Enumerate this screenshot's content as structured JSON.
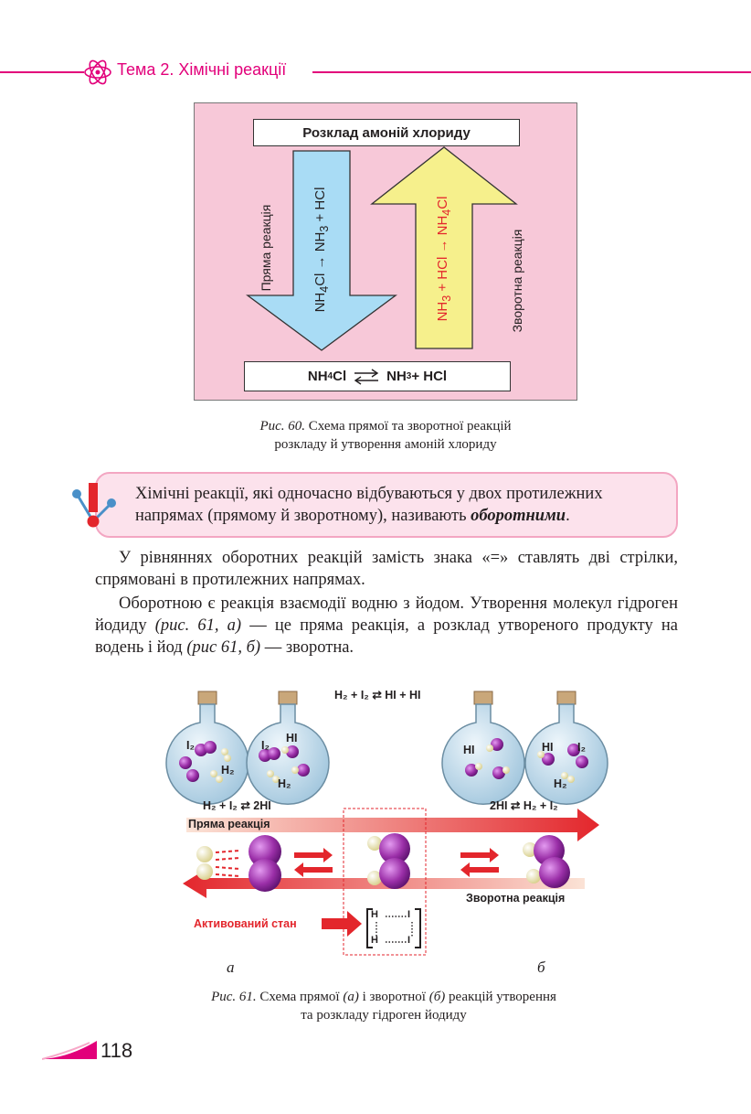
{
  "header": {
    "title": "Тема 2. Хімічні реакції"
  },
  "fig60": {
    "top_box": "Розклад амоній хлориду",
    "left_side": "Пряма реакція",
    "left_eq": {
      "a": "NH",
      "a_sub": "4",
      "b": "Cl → NH",
      "b_sub": "3",
      "c": " + HCl"
    },
    "right_eq": {
      "a": "NH",
      "a_sub": "3",
      "b": " + HCl → NH",
      "b_sub": "4",
      "c": "Cl"
    },
    "right_side": "Зворотна реакція",
    "bottom_eq": {
      "a": "NH",
      "a_sub": "4",
      "b": "Cl",
      "c": "NH",
      "c_sub": "3",
      "d": " + HCl"
    },
    "caption_label": "Рис. 60.",
    "caption_line1": " Схема прямої та зворотної реакцій",
    "caption_line2": "розкладу й утворення амоній хлориду"
  },
  "definition": {
    "text": "Хімічні реакції, які одночасно відбуваються у двох протилежних напрямах (прямому й зворотному), називають ",
    "term": "оборотними",
    "end": "."
  },
  "para1": "У рівняннях оборотних реакцій замість знака «=» ставлять дві стрілки, спрямовані в протилежних напрямах.",
  "para2": {
    "t1": "Оборотною є реакція взаємодії водню з йодом. Утворення молекул гідроген йодиду ",
    "r1": "(рис. 61, а)",
    "t2": " — це пряма реакція, а розклад утвореного продукту на водень і йод ",
    "r2": "(рис 61, б)",
    "t3": " — зворотна."
  },
  "fig61": {
    "top_eq": "H₂ + I₂ ⇄ HI + HI",
    "flask_labels": {
      "i2": "I₂",
      "h2": "H₂",
      "hi": "HI"
    },
    "eq_left": "H₂ + I₂ ⇄ 2HI",
    "eq_right": "2HI ⇄ H₂ + I₂",
    "forward": "Пряма реакція",
    "reverse": "Зворотна реакція",
    "activated": "Активований стан",
    "h": "H",
    "i": "I",
    "label_a": "а",
    "label_b": "б",
    "caption_label": "Рис. 61.",
    "caption_t1": " Схема прямої ",
    "caption_a": "(а)",
    "caption_t2": " і зворотної ",
    "caption_b": "(б)",
    "caption_t3": " реакцій утворення",
    "caption_line2": "та розкладу гідроген йодиду"
  },
  "page_number": "118",
  "colors": {
    "accent": "#e2007a",
    "box_bg": "#f7c8d8",
    "down_arrow": "#a9dcf5",
    "up_arrow": "#f6f08c",
    "red": "#e3262c",
    "atom": "#9b2fa8"
  }
}
